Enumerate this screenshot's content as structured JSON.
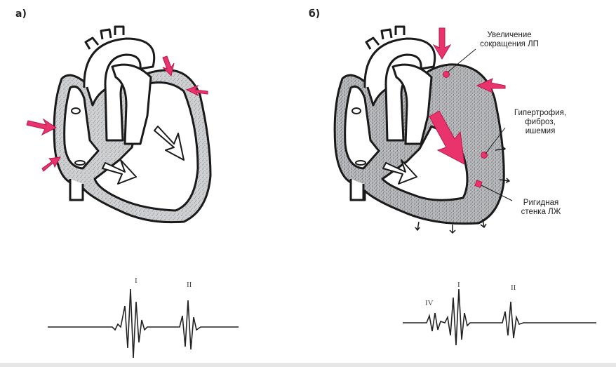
{
  "panels": {
    "a": {
      "label": "а)"
    },
    "b": {
      "label": "б)"
    }
  },
  "annotations": {
    "atrial_contraction": {
      "line1": "Увеличение",
      "line2": "сокращения ЛП"
    },
    "hypertrophy": {
      "line1": "Гипертрофия,",
      "line2": "фиброз,",
      "line3": "ишемия"
    },
    "rigid_wall": {
      "line1": "Ригидная",
      "line2": "стенка ЛЖ"
    }
  },
  "phonocardiogram": {
    "a": {
      "sounds": [
        "I",
        "II"
      ]
    },
    "b": {
      "sounds": [
        "IV",
        "I",
        "II"
      ]
    }
  },
  "colors": {
    "arrow": "#e8336d",
    "outline": "#1a1a1a",
    "myocardium": "#c9cacc",
    "background": "#ffffff"
  }
}
